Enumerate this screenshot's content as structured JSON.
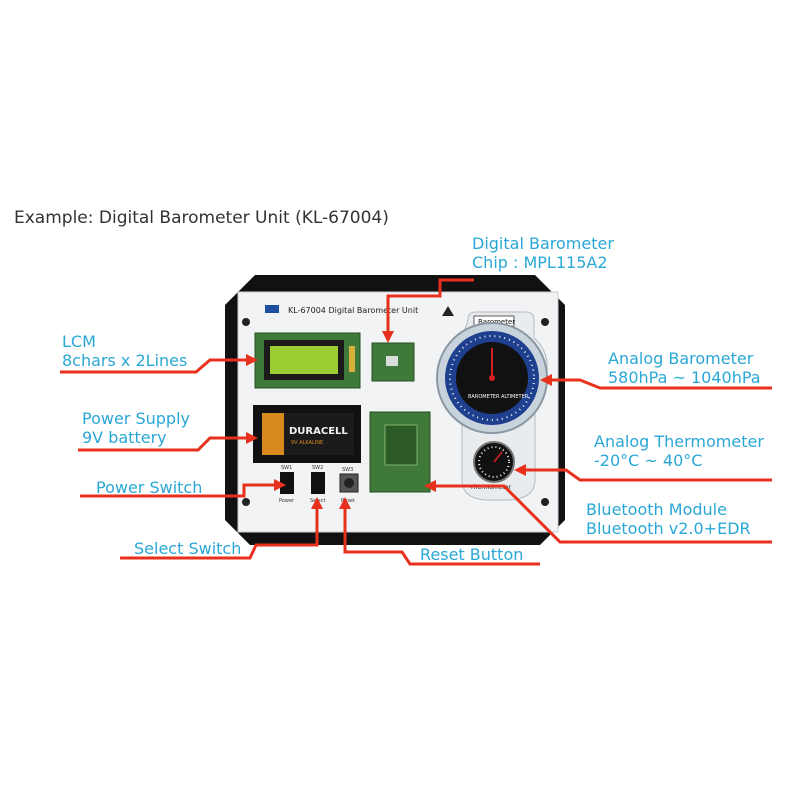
{
  "caption": "Example: Digital Barometer Unit (KL-67004)",
  "device": {
    "header": "KL-67004  Digital  Barometer  Unit",
    "gauge_tag": "Barometer",
    "gauge_face_text": "BAROMETER ALTIMETER",
    "thermo_label": "Thermometer",
    "battery_brand": "DURACELL",
    "battery_sub": "9V ALKALINE",
    "switch_labels": [
      "SW1",
      "SW2",
      "SW3"
    ],
    "switch_captions": [
      "Power",
      "Select",
      "Reset"
    ]
  },
  "callouts": {
    "digital_barometer": [
      "Digital Barometer",
      "Chip : MPL115A2"
    ],
    "lcm": [
      "LCM",
      "8chars  x  2Lines"
    ],
    "power_supply": [
      "Power Supply",
      "9V battery"
    ],
    "power_switch": [
      "Power Switch"
    ],
    "select_switch": [
      "Select Switch"
    ],
    "reset_button": [
      "Reset Button"
    ],
    "analog_barometer": [
      "Analog Barometer",
      "580hPa ~ 1040hPa"
    ],
    "analog_thermometer": [
      "Analog Thermometer",
      "-20°C ~ 40°C"
    ],
    "bluetooth_module": [
      "Bluetooth Module",
      "Bluetooth v2.0+EDR"
    ]
  },
  "colors": {
    "callout_text": "#2aa7d6",
    "leader_line": "#e8311c",
    "panel_frame": "#111111",
    "panel_plate": "#f2f3f5",
    "pcb_green": "#3f7a3a",
    "lcd_green": "#9acd32"
  }
}
